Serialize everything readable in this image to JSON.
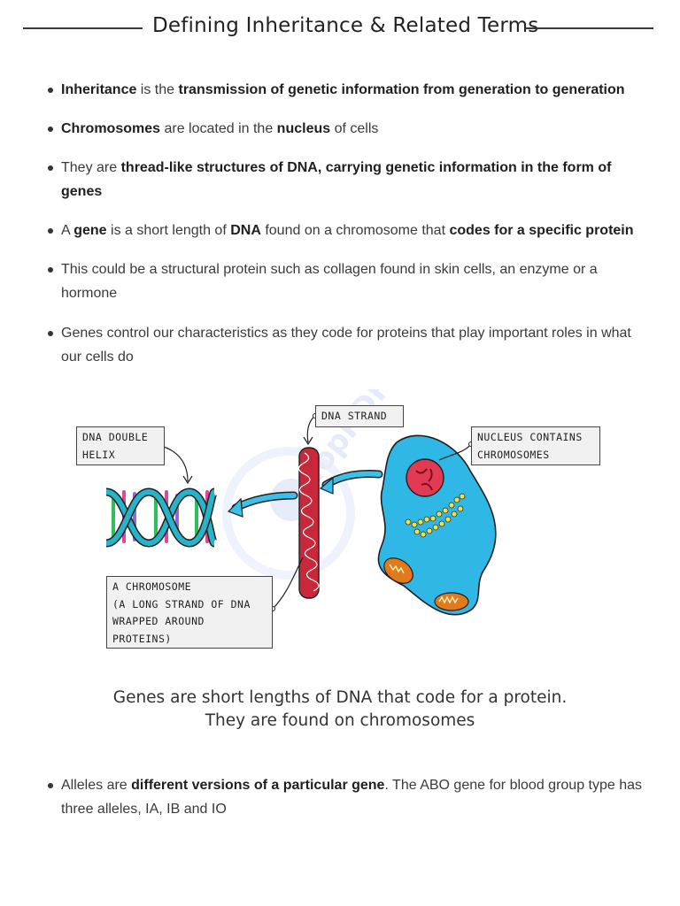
{
  "title": "Defining Inheritance & Related Terms",
  "bullets": [
    {
      "parts": [
        {
          "t": "Inheritance",
          "b": true
        },
        {
          "t": " is the ",
          "b": false
        },
        {
          "t": "transmission of genetic information from generation to generation",
          "b": true
        }
      ]
    },
    {
      "parts": [
        {
          "t": "Chromosomes",
          "b": true
        },
        {
          "t": " are located in the ",
          "b": false
        },
        {
          "t": "nucleus",
          "b": true
        },
        {
          "t": " of cells",
          "b": false
        }
      ]
    },
    {
      "parts": [
        {
          "t": "They are ",
          "b": false
        },
        {
          "t": "thread-like structures of DNA, carrying genetic information in the form of genes",
          "b": true
        }
      ]
    },
    {
      "parts": [
        {
          "t": "A ",
          "b": false
        },
        {
          "t": "gene",
          "b": true
        },
        {
          "t": " is a short length of ",
          "b": false
        },
        {
          "t": "DNA",
          "b": true
        },
        {
          "t": " found on a chromosome that ",
          "b": false
        },
        {
          "t": "codes for a specific protein",
          "b": true
        }
      ]
    },
    {
      "parts": [
        {
          "t": "This could be a structural protein such as collagen found in skin cells, an enzyme or a hormone",
          "b": false
        }
      ]
    },
    {
      "parts": [
        {
          "t": "Genes control our characteristics as they code for proteins that play important roles in what our cells do",
          "b": false
        }
      ]
    }
  ],
  "diagram": {
    "labels": {
      "dna_double_helix": "DNA  DOUBLE\nHELIX",
      "dna_strand": "DNA  STRAND",
      "nucleus": "NUCLEUS   CONTAINS\nCHROMOSOMES",
      "chromosome": "A  CHROMOSOME\n(A  LONG  STRAND  OF  DNA\nWRAPPED   AROUND\nPROTEINS)"
    },
    "colors": {
      "cell": "#2fb8e6",
      "nucleus": "#e23a52",
      "chromosome": "#c8283a",
      "mitochondria": "#e07a1c",
      "arrow": "#3cc0ea",
      "helix_teal": "#27b4c9",
      "helix_pink": "#e0459a",
      "helix_green": "#2fbf5a",
      "helix_purple": "#8d6ad8"
    },
    "watermark": "TopPDF"
  },
  "caption": {
    "line1": "Genes are short lengths of DNA that code for a protein.",
    "line2": "They are found on chromosomes"
  },
  "bottom_bullet": {
    "parts": [
      {
        "t": "Alleles are ",
        "b": false
      },
      {
        "t": "different versions of a particular gene",
        "b": true
      },
      {
        "t": ". The ABO gene for blood group type has three alleles, IA, IB and IO",
        "b": false
      }
    ]
  }
}
